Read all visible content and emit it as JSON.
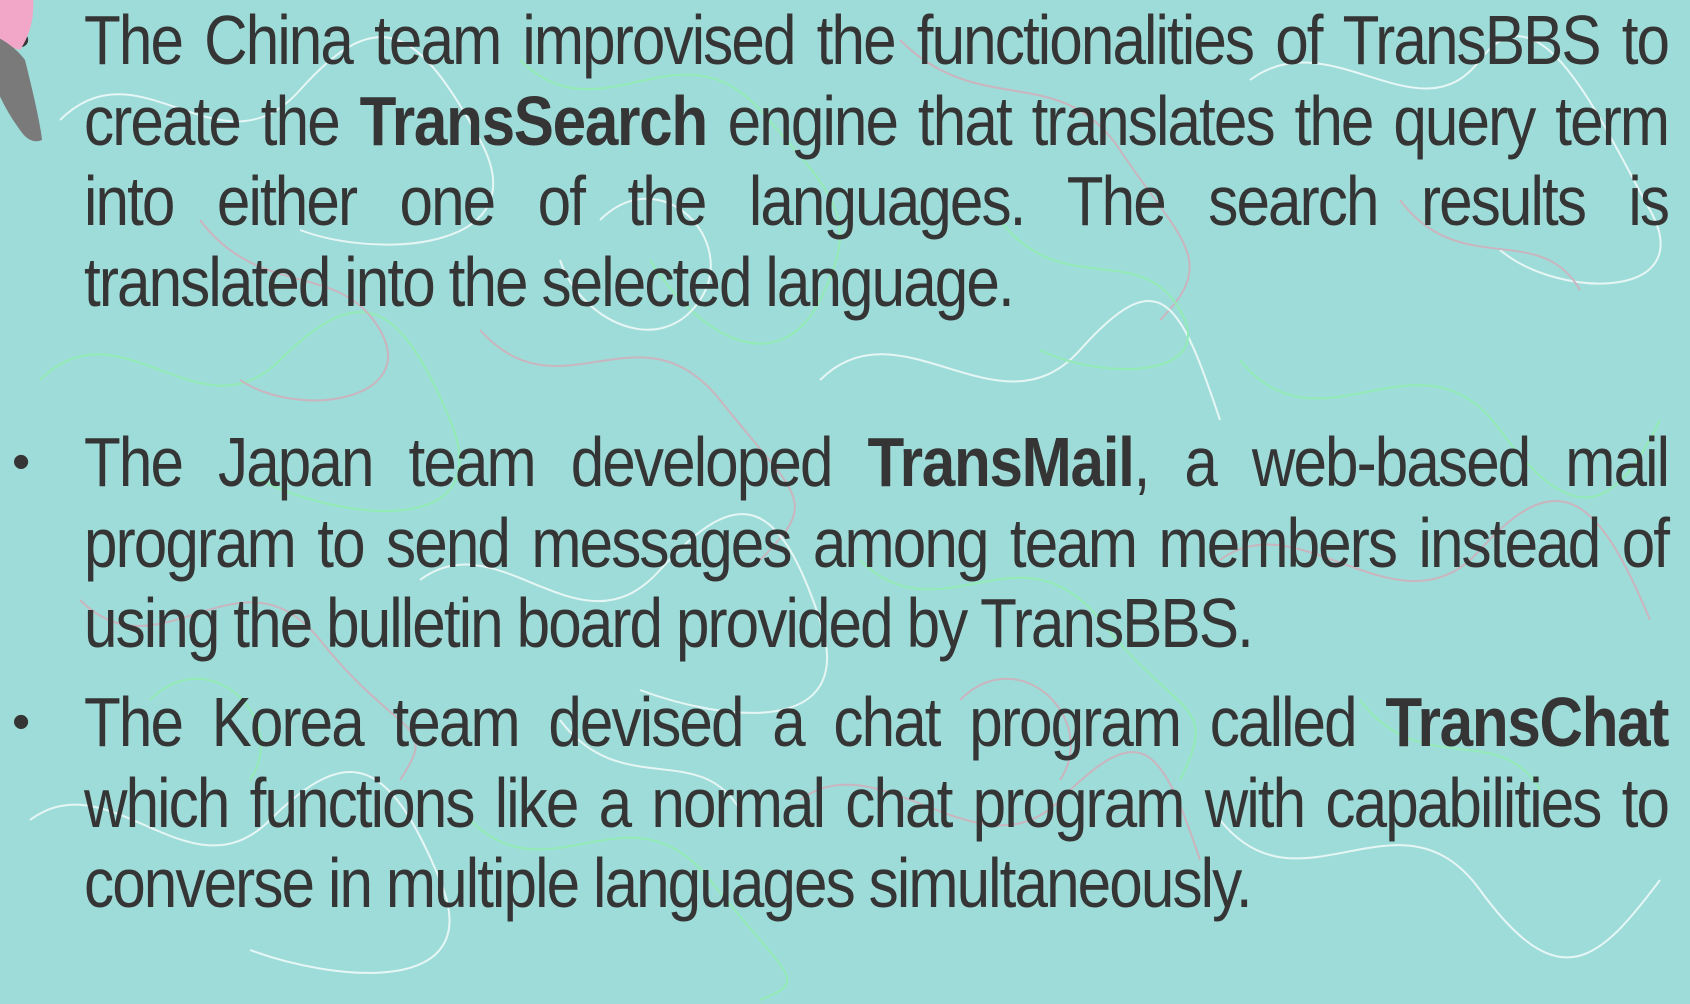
{
  "bullets": [
    {
      "pre": "The China team improvised the functionalities of TransBBS to create the ",
      "bold": "TransSearch",
      "post": " engine that translates the query term into either one of the  languages. The search results is translated into the selected language."
    },
    {
      "pre": "The Japan team developed ",
      "bold": "TransMail",
      "post": ", a web-based mail program to send messages among team members instead of using the bulletin board provided by TransBBS."
    },
    {
      "pre": "The Korea team devised a chat program called ",
      "bold": "TransChat",
      "post": " which functions like a normal chat program with capabilities to converse in multiple languages simultaneously."
    }
  ],
  "bullet_symbol": "•",
  "colors": {
    "background": "#9edcd9",
    "text": "#353535",
    "squiggle_white": "#ffffff",
    "squiggle_green": "#8ff0a8",
    "squiggle_pink": "#d9a7b4",
    "corner_pink": "#f2a7c8",
    "corner_gray": "#7a7a7a"
  }
}
